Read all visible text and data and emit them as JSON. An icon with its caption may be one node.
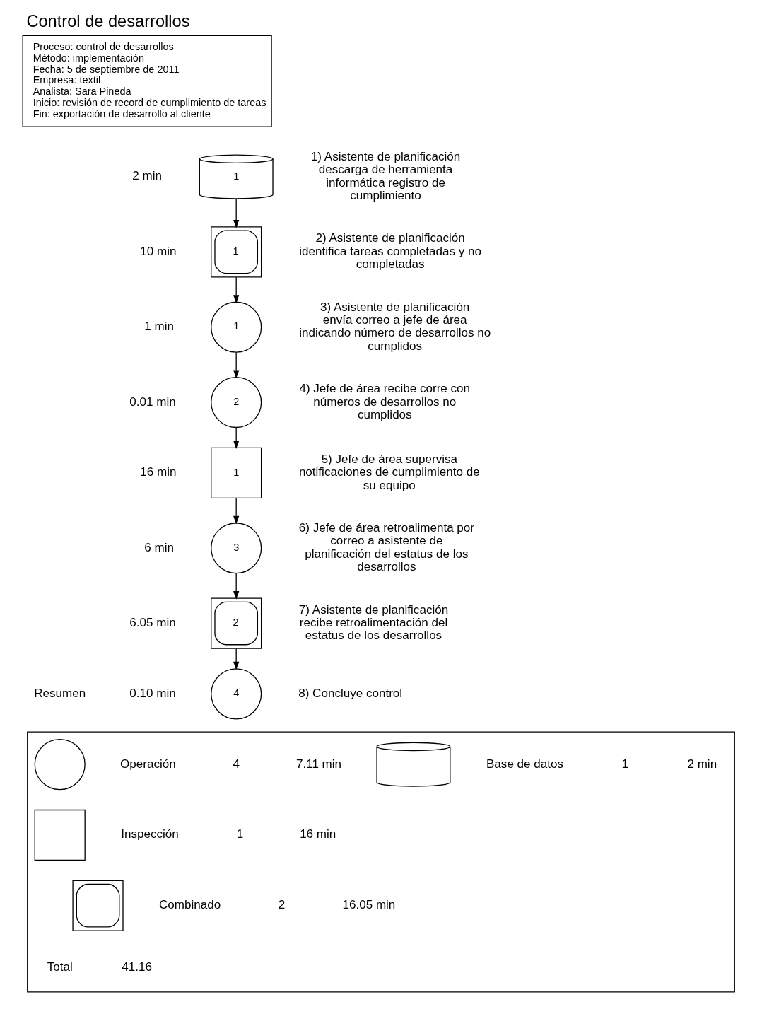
{
  "diagram": {
    "title": "Control de desarrollos",
    "nodes": [
      {
        "text": [
          "Proceso: control de desarrollos",
          "Método: implementación",
          "Fecha: 5 de septiembre de 2011",
          "Empresa: textil",
          "Analista: Sara Pineda",
          "Inicio: revisión de record de cumplimiento de tareas",
          "Fin: exportación de desarrollo al cliente"
        ]
      },
      {
        "text": [
          "1"
        ],
        "beside": [
          "2 min",
          "1) Asistente de planificación descarga de herramienta informática registro de cumplimiento"
        ]
      },
      {
        "text": [
          "1"
        ],
        "beside": [
          "10 min",
          "2) Asistente de planificación identifica tareas completadas y no completadas"
        ]
      },
      {
        "text": [
          "1"
        ],
        "beside": [
          "1 min",
          "3) Asistente de planificación envía correo a jefe de área indicando número de desarrollos no cumplidos"
        ]
      },
      {
        "text": [
          "2"
        ],
        "beside": [
          "0.01 min",
          "4) Jefe de área recibe corre con números de desarrollos no cumplidos"
        ]
      },
      {
        "text": [
          "1"
        ],
        "beside": [
          "16 min",
          "5) Jefe de área supervisa notificaciones de cumplimiento de su equipo"
        ]
      },
      {
        "text": [
          "3"
        ],
        "beside": [
          "6 min",
          "6) Jefe de área retroalimenta por correo a asistente de planificación del estatus de los desarrollos"
        ]
      },
      {
        "text": [
          "2"
        ],
        "beside": [
          "6.05 min",
          "7) Asistente de planificación recibe retroalimentación del estatus de los desarrollos"
        ]
      },
      {
        "text": [
          "4"
        ],
        "beside": [
          "0.10 min",
          "8) Concluye control"
        ]
      },
      {
        "text": [],
        "shape": "box"
      },
      {
        "text": [],
        "shape": "circle",
        "in": 9
      },
      {
        "text": [],
        "shape": "box",
        "in": 9
      },
      {
        "text": [],
        "shape": "box",
        "in": 9
      },
      {
        "text": [],
        "shape": "cylinder",
        "in": 9
      }
    ],
    "edges": [
      {
        "from": 1,
        "to": 2,
        "arrow": "to"
      },
      {
        "from": 2,
        "to": 3,
        "arrow": "to"
      },
      {
        "from": 3,
        "to": 4,
        "arrow": "to"
      },
      {
        "from": 4,
        "to": 5,
        "arrow": "to"
      },
      {
        "from": 5,
        "to": 6,
        "arrow": "to"
      },
      {
        "from": 6,
        "to": 7,
        "arrow": "to"
      },
      {
        "from": 7,
        "to": 8,
        "arrow": "to"
      }
    ],
    "labels": [
      "Resumen",
      "4",
      "7.11 min",
      "1",
      "2 min",
      "1",
      "16 min",
      "2",
      "16.05 min",
      "Total",
      "41.16"
    ],
    "legend": [
      {
        "text": "Operación"
      },
      {
        "text": "Inspección"
      },
      {
        "text": "Combinado"
      },
      {
        "text": "Base de datos"
      }
    ]
  }
}
